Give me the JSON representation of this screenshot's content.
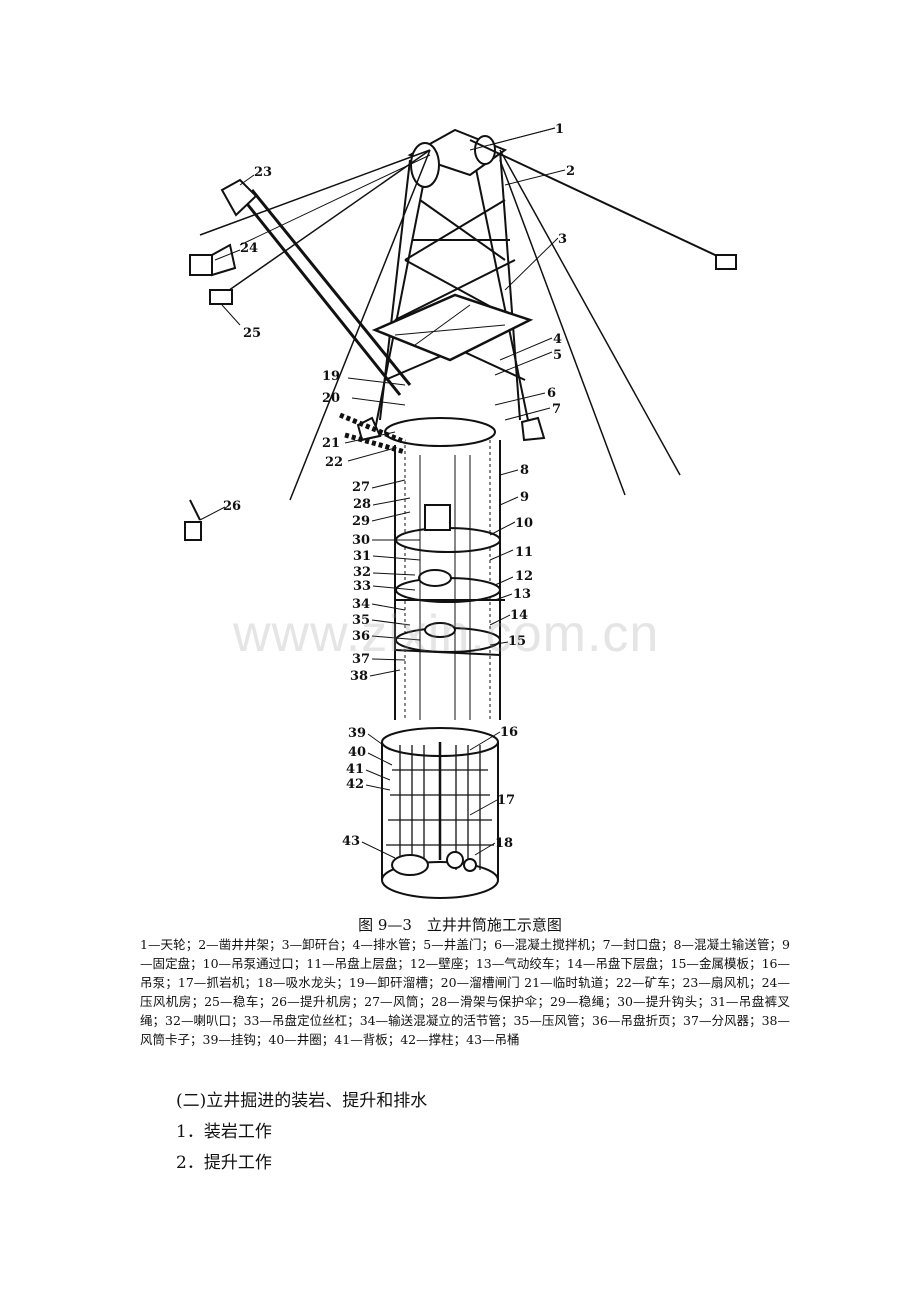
{
  "figure": {
    "watermark": "www.zixin.com.cn",
    "labels": [
      "1",
      "2",
      "3",
      "4",
      "5",
      "6",
      "7",
      "8",
      "9",
      "10",
      "11",
      "12",
      "13",
      "14",
      "15",
      "16",
      "17",
      "18",
      "19",
      "20",
      "21",
      "22",
      "23",
      "24",
      "25",
      "26",
      "27",
      "28",
      "29",
      "30",
      "31",
      "32",
      "33",
      "34",
      "35",
      "36",
      "37",
      "38",
      "39",
      "40",
      "41",
      "42",
      "43"
    ],
    "caption": "图 9—3　立井井筒施工示意图",
    "legend": "1—天轮；2—凿井井架；3—卸矸台；4—排水管；5—井盖门；6—混凝土搅拌机；7—封口盘；8—混凝土输送管；9—固定盘；10—吊泵通过口；11—吊盘上层盘；12—壁座；13—气动绞车；14—吊盘下层盘；15—金属模板；16—吊泵；17—抓岩机；18—吸水龙头；19—卸矸溜槽；20—溜槽闸门 21—临时轨道；22—矿车；23—扇风机；24—压风机房；25—稳车；26—提升机房；27—风筒；28—滑架与保护伞；29—稳绳；30—提升钩头；31—吊盘裤叉绳；32—喇叭口；33—吊盘定位丝杠；34—输送混凝立的活节管；35—压风管；36—吊盘折页；37—分风器；38—风筒卡子；39—挂钩；40—井圈；41—背板；42—撑柱；43—吊桶"
  },
  "sections": {
    "heading": "(二)立井掘进的装岩、提升和排水",
    "item1": "1．装岩工作",
    "item2": "2．提升工作"
  }
}
